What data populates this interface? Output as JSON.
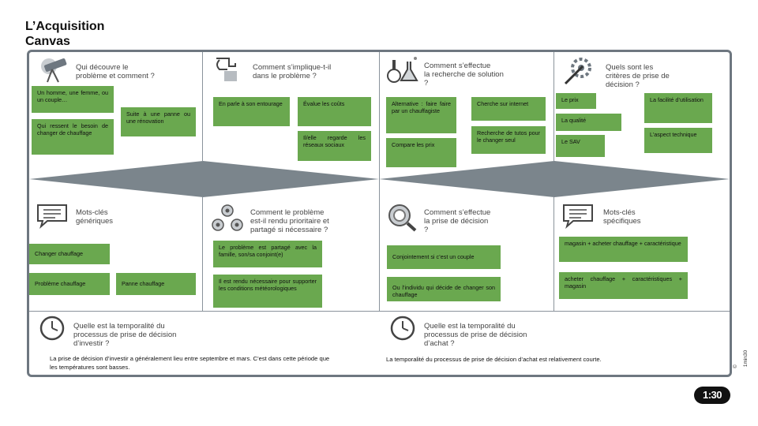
{
  "title_line1": "L’Acquisition",
  "title_line2": "Canvas",
  "sections": {
    "discover": {
      "question": "Qui découvre le\nproblème  et comment ?",
      "icon": "telescope-icon",
      "cards": [
        "Un homme, une femme, ou un couple…",
        "Qui ressent le besoin de changer de chauffage",
        "Suite à une panne ou une rénovation"
      ]
    },
    "involve": {
      "question": "Comment s’implique-t-il\ndans le problème ?",
      "icon": "hand-pointer-icon",
      "cards": [
        "En parle à son entourage",
        "Évalue les coûts",
        "Il/elle regarde les réseaux sociaux"
      ]
    },
    "search": {
      "question": "Comment s’effectue\nla recherche de solution\n?",
      "icon": "lab-flask-icon",
      "cards": [
        "Alternative : faire faire par un chauffagiste",
        "Cherche sur internet",
        "Recherche de tutos pour le changer seul",
        "Compare les prix"
      ]
    },
    "criteria": {
      "question": "Quels sont les\ncritères de prise de\ndécision ?",
      "icon": "gear-pen-icon",
      "cards": [
        "Le prix",
        "La qualité",
        "Le SAV",
        "La facilité d’utilisation",
        "L’aspect technique"
      ]
    },
    "generic_keywords": {
      "question": "Mots-clés\ngénériques",
      "icon": "chat-bubble-icon",
      "cards": [
        "Changer chauffage",
        "Problème chauffage",
        "Panne chauffage"
      ]
    },
    "priority": {
      "question": "Comment le problème\nest-il rendu prioritaire et\npartagé  si nécessaire ?",
      "icon": "people-network-icon",
      "cards": [
        "Le problème est partagé avec la famille, son/sa conjoint(e)",
        "Il est rendu nécessaire pour supporter les conditions météorologiques"
      ]
    },
    "decision": {
      "question": "Comment s’effectue\nla prise de décision\n?",
      "icon": "magnifier-target-icon",
      "cards": [
        "Conjointement si c’est un couple",
        "Ou l’individu qui décide de changer son chauffage"
      ]
    },
    "specific_keywords": {
      "question": "Mots-clés\nspécifiques",
      "icon": "chat-bubble-icon",
      "cards": [
        "magasin + acheter chauffage + caractéristique",
        "acheter chauffage + caractéristiques + magasin"
      ]
    },
    "timing_invest": {
      "question": "Quelle est la temporalité du\nprocessus  de prise de décision\nd’investir ?",
      "icon": "clock-icon",
      "answer": "La prise de décision d’investir a généralement lieu entre septembre et mars. C’est dans cette période que les températures sont basses."
    },
    "timing_buy": {
      "question": "Quelle est la temporalité du\nprocessus  de prise de décision\nd’achat ?",
      "icon": "clock-icon",
      "answer": "La temporalité du processus de prise de décision d’achat est relativement courte."
    }
  },
  "copyright_symbol": "©",
  "copyright_text": "1min30",
  "logo_text": "1:30",
  "colors": {
    "card": "#6aa84f",
    "frame": "#6e7780",
    "arrow": "#7b858c"
  }
}
